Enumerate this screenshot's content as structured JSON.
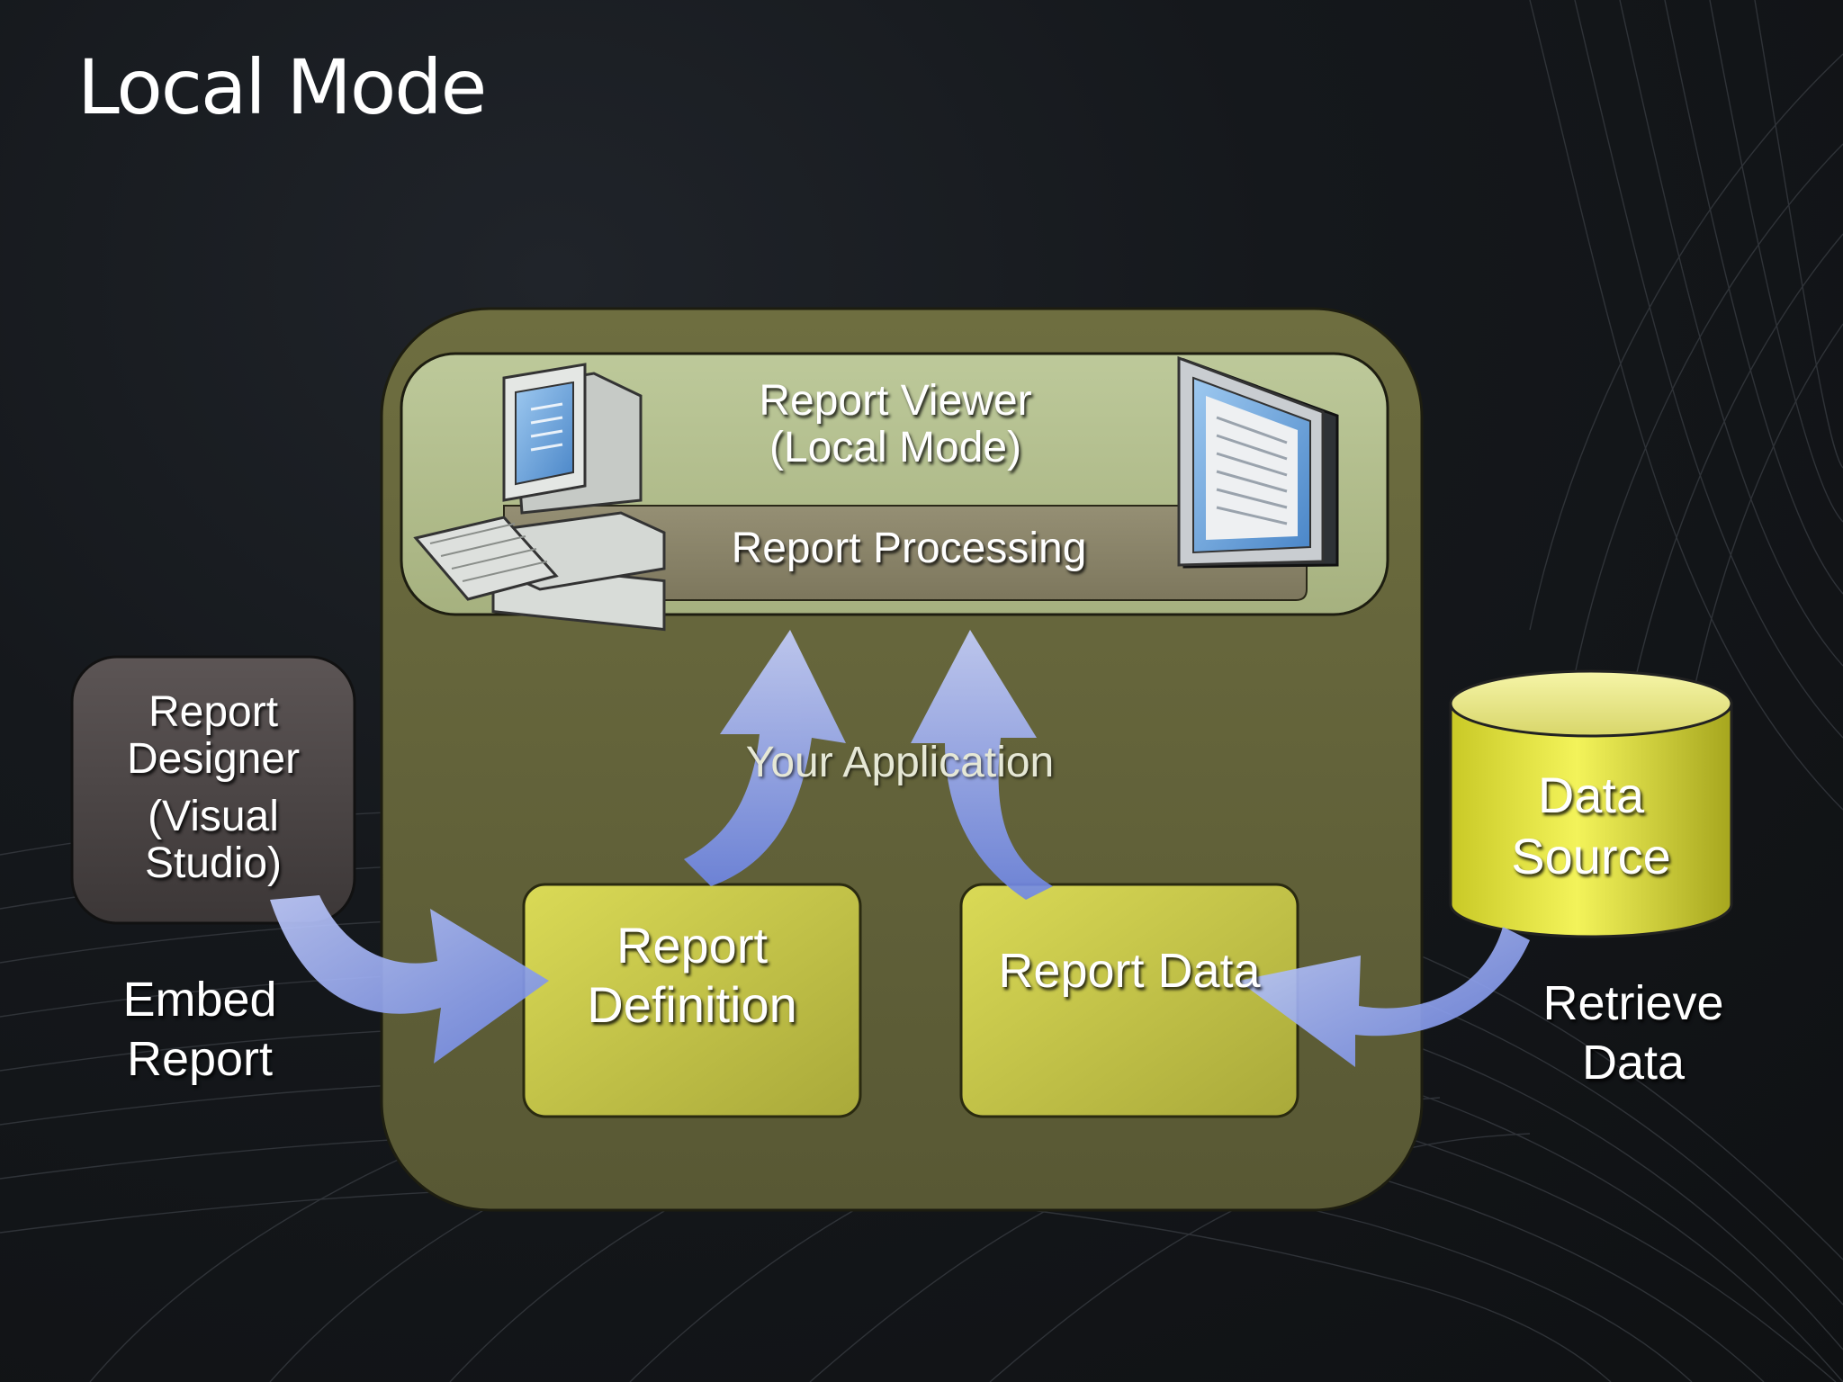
{
  "title": "Local Mode",
  "labels": {
    "report_viewer_line1": "Report Viewer",
    "report_viewer_line2": "(Local Mode)",
    "report_processing": "Report Processing",
    "your_application": "Your Application",
    "report_designer_line1": "Report",
    "report_designer_line2": "Designer",
    "report_designer_line3": "(Visual",
    "report_designer_line4": "Studio)",
    "report_definition_line1": "Report",
    "report_definition_line2": "Definition",
    "report_data": "Report Data",
    "data_source_line1": "Data",
    "data_source_line2": "Source",
    "embed_line1": "Embed",
    "embed_line2": "Report",
    "retrieve_line1": "Retrieve",
    "retrieve_line2": "Data"
  },
  "icons": [
    "computer-icon",
    "monitor-icon",
    "database-icon"
  ],
  "colors": {
    "app_box": "#626238",
    "viewer_box": "#b3c08e",
    "processing_band": "#8d876b",
    "inner_box": "#cccc44",
    "designer_box": "#4d4747",
    "data_source": "#e6e63a",
    "arrow": "#8ea2f2"
  }
}
